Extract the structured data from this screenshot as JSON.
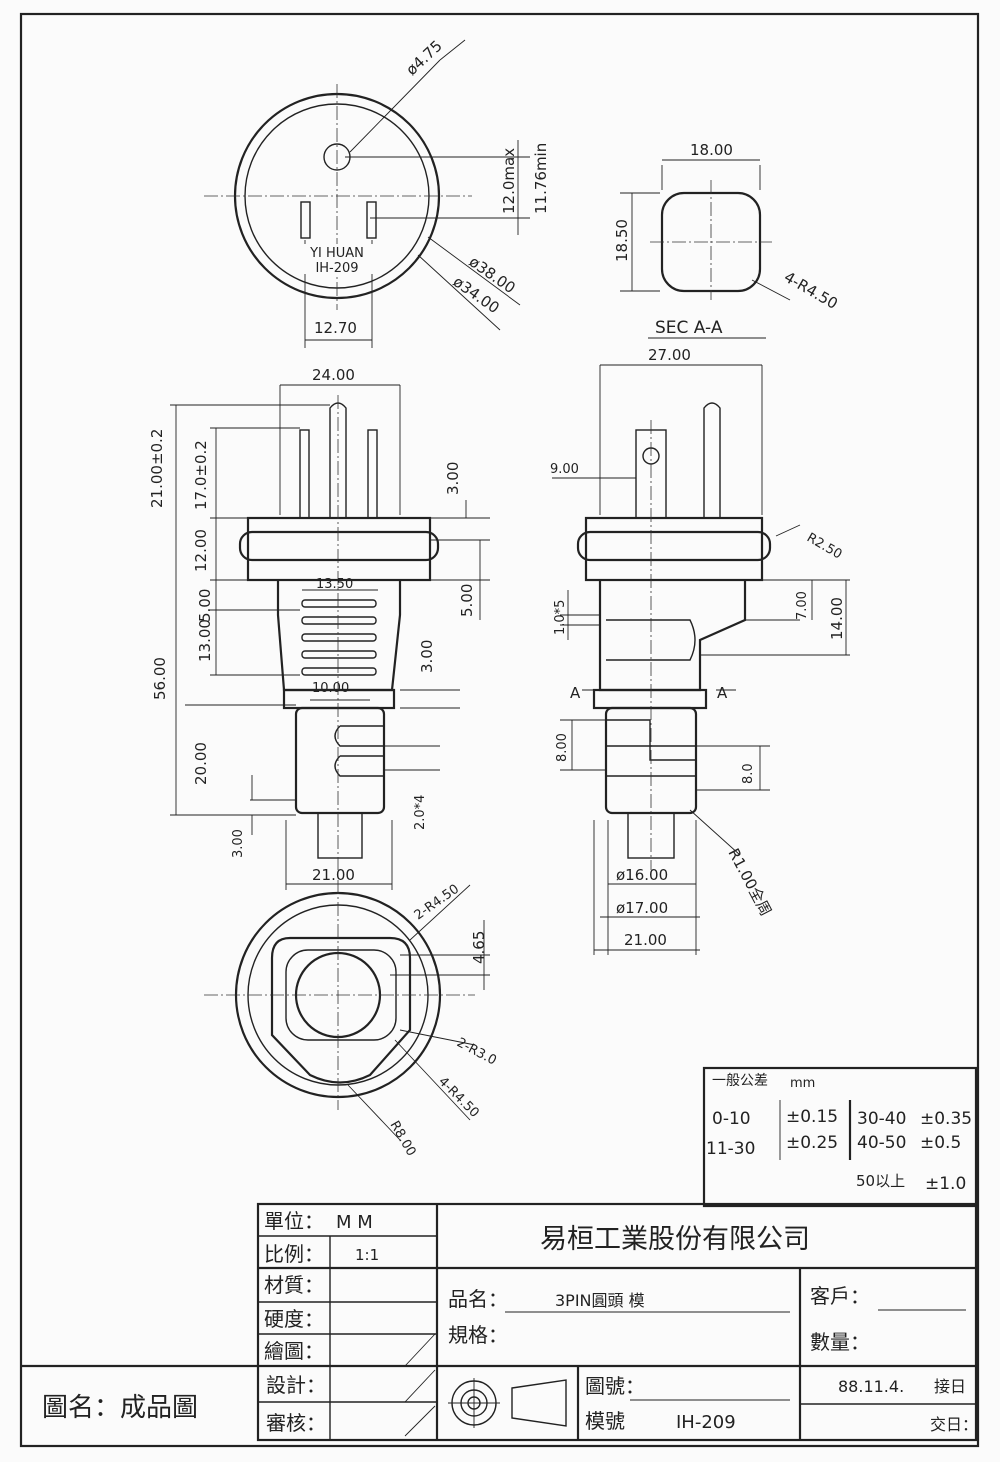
{
  "top_view": {
    "hole_dia": "ø4.75",
    "pin_gap_max": "12.0max",
    "pin_gap_min": "11.76min",
    "outer_dia": "ø38.00",
    "inner_dia": "ø34.00",
    "pin_span": "12.70",
    "brand": "YI HUAN",
    "model_mark": "IH-209"
  },
  "section": {
    "width": "18.00",
    "height": "18.50",
    "radius": "4-R4.50",
    "title": "SEC  A-A"
  },
  "front_view": {
    "width": "24.00",
    "pin_len_outer": "21.00±0.2",
    "pin_len_inner": "17.0±0.2",
    "collar": "12.00",
    "d3_right": "3.00",
    "d5_left": "5.00",
    "d5_right": "5.00",
    "grip_width": "13.50",
    "d13_left": "13.00",
    "d3_mid": "3.00",
    "total_len": "56.00",
    "neck_width": "10.00",
    "d20": "20.00",
    "d3_bottom": "3.00",
    "slot": "2.0*4",
    "bottom_width": "21.00"
  },
  "side_view": {
    "width": "27.00",
    "d9": "9.00",
    "r25": "R2.50",
    "rib": "1.0*5",
    "d7": "7.00",
    "d14": "14.00",
    "a_left": "A",
    "a_right": "A",
    "d8_left": "8.00",
    "d8_right": "8.0",
    "r1": "R1.00全周",
    "dia16": "ø16.00",
    "dia17": "ø17.00",
    "width21": "21.00"
  },
  "bottom_view": {
    "r45a": "2-R4.50",
    "d465": "4.65",
    "r30": "2-R3.0",
    "r45b": "4-R4.50",
    "r8": "R8.00"
  },
  "tolerance": {
    "title": "一般公差",
    "unit": "mm",
    "r1a": "0-10",
    "r1b": "±0.15",
    "r1c": "30-40",
    "r1d": "±0.35",
    "r2a": "11-30",
    "r2b": "±0.25",
    "r2c": "40-50",
    "r2d": "±0.5",
    "r3a": "50以上",
    "r3b": "±1.0"
  },
  "title_block": {
    "unit_label": "單位：",
    "unit_value": "M    M",
    "scale_label": "比例：",
    "scale_value": "1:1",
    "material": "材質：",
    "hardness": "硬度：",
    "drawn": "繪圖：",
    "designed": "設計：",
    "checked": "審核：",
    "company": "易桓工業股份有限公司",
    "product_label": "品名：",
    "product_value": "3PIN圓頭    模",
    "spec_label": "規格：",
    "customer_label": "客戶：",
    "qty_label": "數量：",
    "drawing_no_label": "圖號：",
    "model_no_label": "模號",
    "model_no_value": "IH-209",
    "date": "88.11.4.",
    "received": "接日",
    "delivered": "交日：",
    "drawing_name": "圖名：成品圖"
  }
}
